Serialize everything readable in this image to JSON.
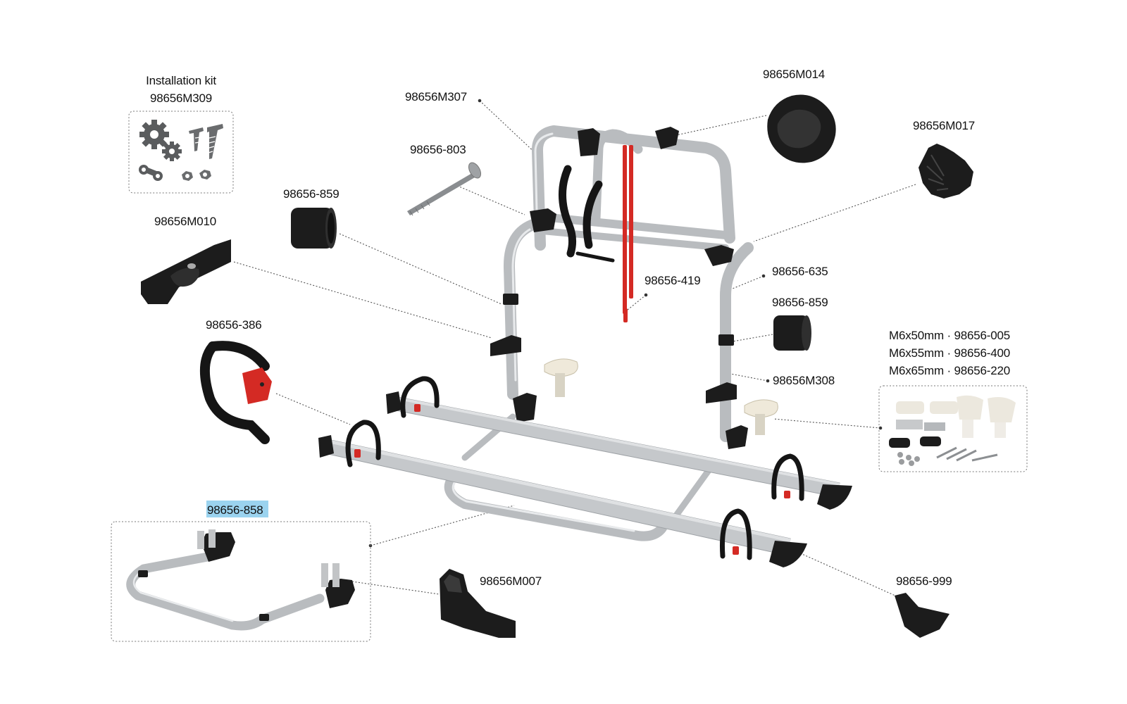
{
  "parts": {
    "installation_kit_title": "Installation kit",
    "installation_kit_code": "98656M309",
    "p_M307": "98656M307",
    "p_M014": "98656M014",
    "p_M017": "98656M017",
    "p_803": "98656-803",
    "p_859_left": "98656-859",
    "p_M010": "98656M010",
    "p_419": "98656-419",
    "p_635": "98656-635",
    "p_859_right": "98656-859",
    "p_386": "98656-386",
    "p_M308": "98656M308",
    "screw_1": "M6x50mm · 98656-005",
    "screw_2": "M6x55mm · 98656-400",
    "screw_3": "M6x65mm · 98656-220",
    "p_858": "98656-858",
    "p_M007": "98656M007",
    "p_999": "98656-999"
  },
  "colors": {
    "highlight": "#9bd3ef",
    "accent_red": "#d42a24",
    "aluminium": "#b9bcbf",
    "plastic_black": "#1c1c1c"
  },
  "icons": [
    "gears-icon",
    "screws-icon",
    "chain-link-icon",
    "nuts-icon"
  ]
}
